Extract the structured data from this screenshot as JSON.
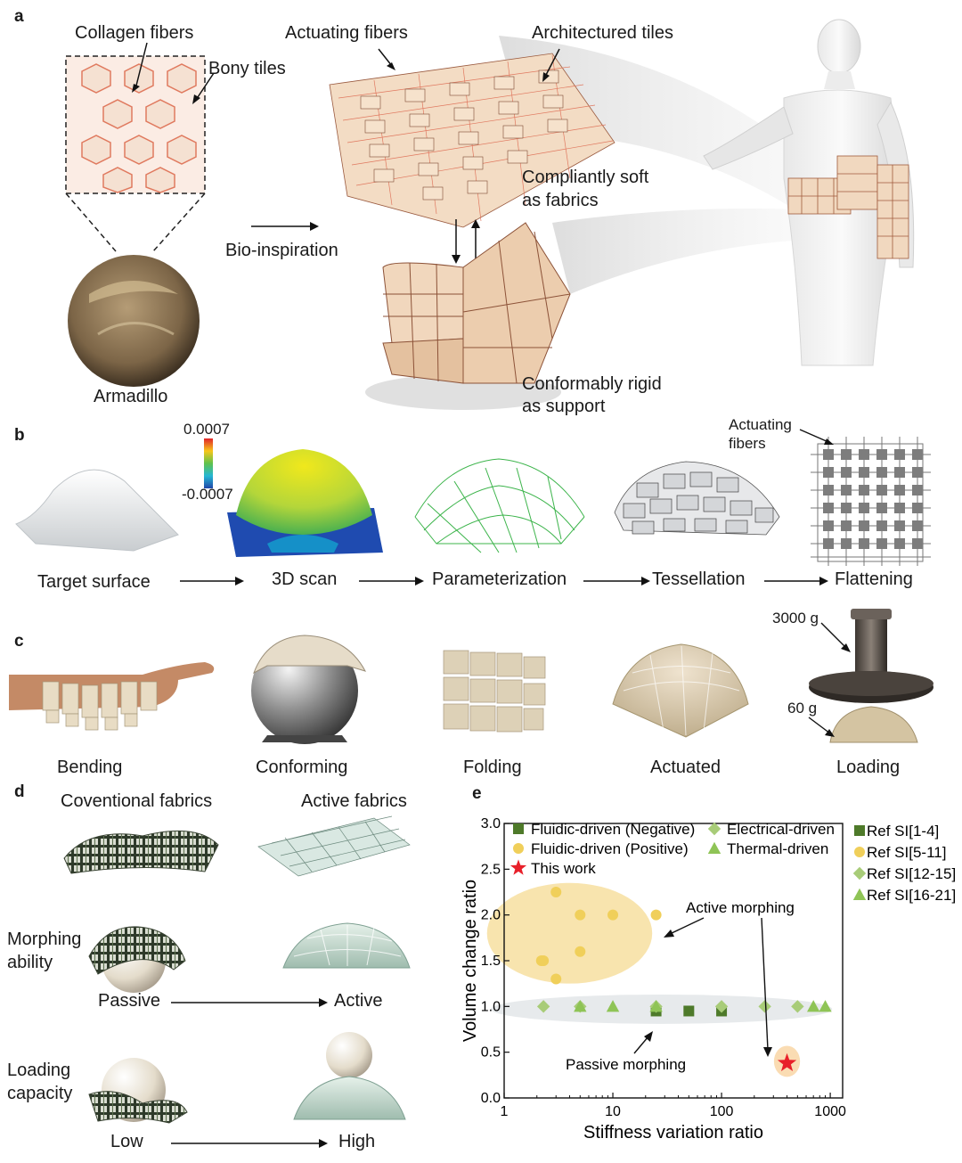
{
  "panel_a": {
    "letter": "a",
    "collagen": "Collagen fibers",
    "bony": "Bony tiles",
    "actuating": "Actuating fibers",
    "architectured": "Architectured tiles",
    "bio": "Bio-inspiration",
    "soft1": "Compliantly soft",
    "soft2": "as fabrics",
    "rigid1": "Conformably rigid",
    "rigid2": "as support",
    "armadillo": "Armadillo"
  },
  "panel_b": {
    "letter": "b",
    "cmax": "0.0007",
    "cmin": "-0.0007",
    "act1": "Actuating",
    "act2": "fibers",
    "steps": [
      "Target surface",
      "3D scan",
      "Parameterization",
      "Tessellation",
      "Flattening"
    ]
  },
  "panel_c": {
    "letter": "c",
    "w3000": "3000 g",
    "w60": "60 g",
    "items": [
      "Bending",
      "Conforming",
      "Folding",
      "Actuated",
      "Loading"
    ]
  },
  "panel_d": {
    "letter": "d",
    "conv": "Coventional fabrics",
    "active_fab": "Active fabrics",
    "morph1": "Morphing",
    "morph2": "ability",
    "passive": "Passive",
    "active": "Active",
    "load1": "Loading",
    "load2": "capacity",
    "low": "Low",
    "high": "High"
  },
  "panel_e": {
    "letter": "e",
    "legend_inner": [
      "Fluidic-driven (Negative)",
      "Electrical-driven",
      "Fluidic-driven (Positive)",
      "Thermal-driven",
      "This work"
    ],
    "legend_refs": [
      "Ref SI[1-4]",
      "Ref SI[5-11]",
      "Ref SI[12-15]",
      "Ref SI[16-21]"
    ],
    "ann_active": "Active morphing",
    "ann_passive": "Passive morphing"
  },
  "chart_data": {
    "type": "scatter",
    "xlabel": "Stiffness variation ratio",
    "ylabel": "Volume change ratio",
    "xscale": "log",
    "xlim": [
      1,
      1300
    ],
    "ylim": [
      0,
      3.0
    ],
    "xticks": [
      1,
      10,
      100,
      1000
    ],
    "xtick_labels": [
      "1",
      "10",
      "100",
      "1000"
    ],
    "yticks": [
      0.0,
      0.5,
      1.0,
      1.5,
      2.0,
      2.5,
      3.0
    ],
    "ytick_labels": [
      "0.0",
      "0.5",
      "1.0",
      "1.5",
      "2.0",
      "2.5",
      "3.0"
    ],
    "series": [
      {
        "name": "Fluidic-driven (Negative)",
        "marker": "square",
        "color": "#4e7a2a",
        "x": [
          25,
          50,
          100
        ],
        "y": [
          0.95,
          0.95,
          0.95
        ]
      },
      {
        "name": "Fluidic-driven (Positive)",
        "marker": "circle",
        "color": "#f0cf5a",
        "x": [
          2.2,
          3,
          5,
          5,
          10,
          25,
          2.3,
          3
        ],
        "y": [
          1.5,
          2.25,
          2.0,
          1.6,
          2.0,
          2.0,
          1.5,
          1.3
        ]
      },
      {
        "name": "Electrical-driven",
        "marker": "diamond",
        "color": "#a8cc78",
        "x": [
          2.3,
          5,
          25,
          100,
          250,
          500
        ],
        "y": [
          1.0,
          1.0,
          1.0,
          1.0,
          1.0,
          1.0
        ]
      },
      {
        "name": "Thermal-driven",
        "marker": "triangle",
        "color": "#8fc456",
        "x": [
          5,
          10,
          25,
          700,
          900
        ],
        "y": [
          1.0,
          1.0,
          1.0,
          1.0,
          1.0
        ]
      },
      {
        "name": "This work",
        "marker": "star",
        "color": "#e8202a",
        "x": [
          400
        ],
        "y": [
          0.38
        ]
      }
    ],
    "regions": [
      {
        "cx": 4,
        "cy": 1.8,
        "rx_dec": 0.76,
        "ry": 0.55,
        "color": "#f7dfa0"
      },
      {
        "cx": 28,
        "cy": 0.97,
        "rx_dec": 1.57,
        "ry": 0.16,
        "color": "#e3e6e9"
      },
      {
        "cx": 400,
        "cy": 0.4,
        "rx_dec": 0.12,
        "ry": 0.17,
        "color": "#f9d6a6"
      }
    ],
    "grid": false,
    "legend": "top-left"
  }
}
